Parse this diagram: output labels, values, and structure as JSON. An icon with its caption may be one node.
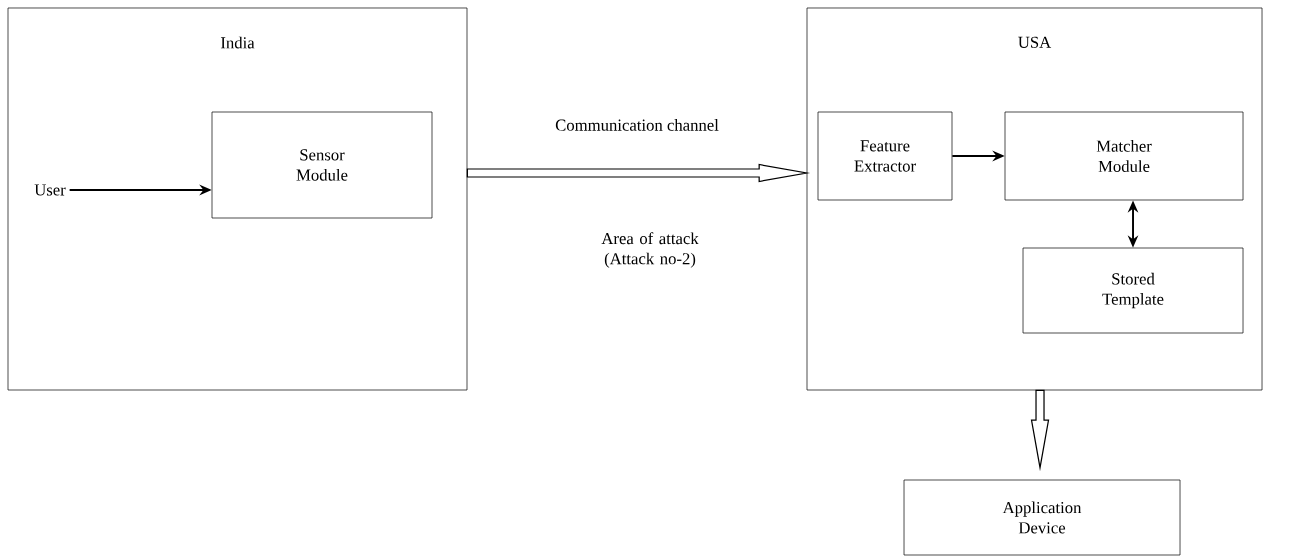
{
  "diagram": {
    "nodes": [
      {
        "text": [
          "India"
        ]
      },
      {
        "text": [
          "Sensor Module"
        ],
        "in": 0
      },
      {
        "text": [
          "User"
        ],
        "in": 0
      },
      {
        "text": [
          "USA"
        ]
      },
      {
        "text": [
          "Feature Extractor"
        ],
        "in": 3
      },
      {
        "text": [
          "Matcher Module"
        ],
        "in": 3
      },
      {
        "text": [
          "Stored Template"
        ],
        "in": 3
      },
      {
        "text": [
          "Application Device"
        ]
      }
    ],
    "edges": [
      {
        "from": 2,
        "to": 1,
        "arrow": "to"
      },
      {
        "from": 0,
        "to": 3,
        "arrow": "to",
        "style": "thick",
        "label": "Communication channel"
      },
      {
        "from": 4,
        "to": 5,
        "arrow": "to"
      },
      {
        "from": 5,
        "to": 6,
        "arrow": "both"
      },
      {
        "from": 3,
        "to": 7,
        "arrow": "to",
        "style": "thick"
      }
    ],
    "labels": [
      "Area of attack (Attack no-2)"
    ]
  }
}
